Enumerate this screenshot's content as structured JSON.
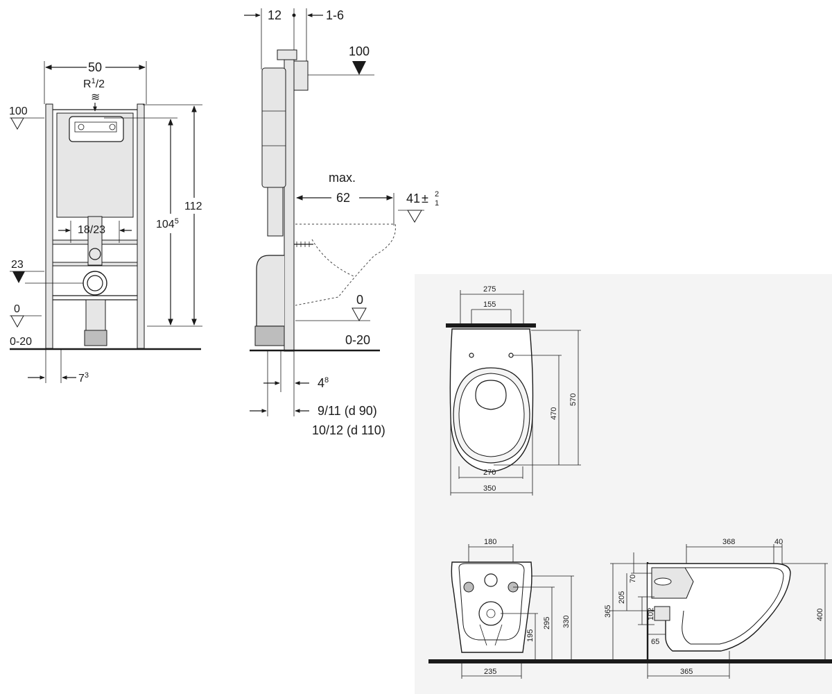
{
  "front_view": {
    "width": "50",
    "connection": "R",
    "connection_sup": "1",
    "connection_frac": "/2",
    "water_mark": "≋",
    "level_top": "100",
    "level_pipe": "23",
    "level_floor": "0",
    "floor_range": "0-20",
    "spacing": "18/23",
    "height_total": "112",
    "height_inner": "104",
    "height_inner_sup": "5",
    "leg_offset": "7",
    "leg_offset_sup": "3"
  },
  "side_view": {
    "depth_a": "12",
    "depth_b": "1-6",
    "level_top": "100",
    "max_label": "max.",
    "max_depth": "62",
    "bowl_height": "41",
    "bowl_tol_plus": "2",
    "bowl_tol_minus": "1",
    "tol_sign": "±",
    "level_floor": "0",
    "floor_range": "0-20",
    "base_a": "4",
    "base_a_sup": "8",
    "base_b": "9/11 (d 90)",
    "base_c": "10/12 (d 110)"
  },
  "top_view": {
    "w_top": "275",
    "hole_spacing": "155",
    "depth_inner": "470",
    "depth_total": "570",
    "w_seat": "270",
    "w_total": "350"
  },
  "rear_view": {
    "hole_spacing": "180",
    "h_outlet": "195",
    "h_a": "295",
    "h_b": "330",
    "w_base": "235"
  },
  "profile_view": {
    "depth": "368",
    "offset": "40",
    "h_70": "70",
    "h_205": "205",
    "h_365": "365",
    "h_102": "102",
    "w_65": "65",
    "h_400": "400",
    "w_base": "365"
  }
}
